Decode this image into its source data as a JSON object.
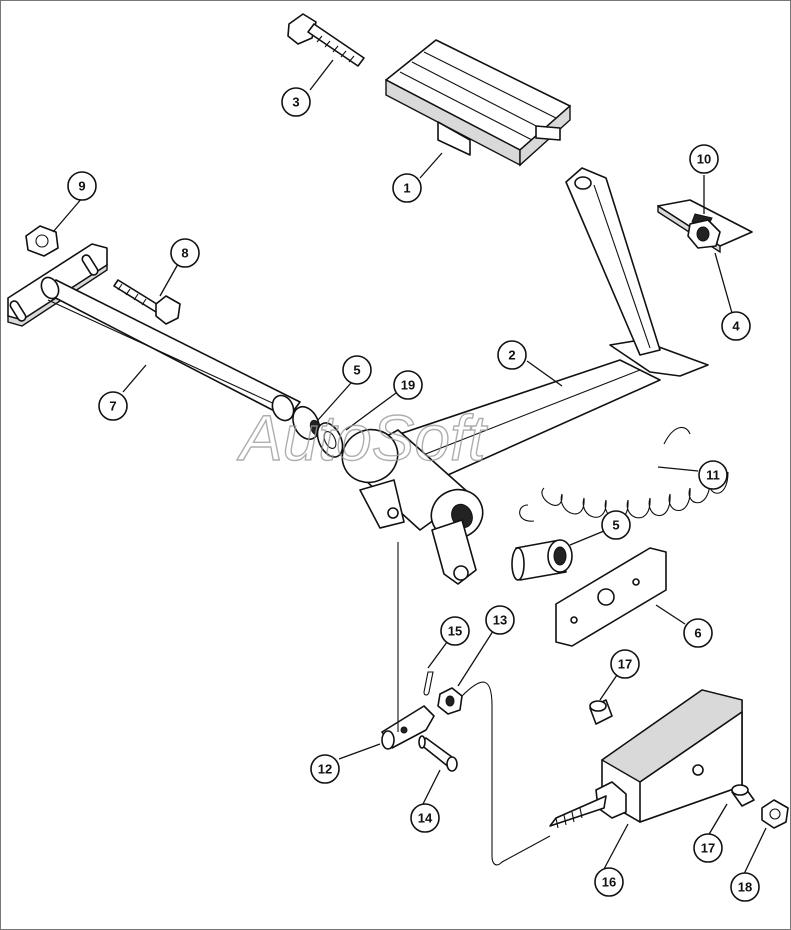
{
  "watermark": "AutoSoft",
  "callouts": {
    "c1": "1",
    "c2": "2",
    "c3": "3",
    "c4": "4",
    "c5a": "5",
    "c5b": "5",
    "c6": "6",
    "c7": "7",
    "c8": "8",
    "c9": "9",
    "c10": "10",
    "c11": "11",
    "c12": "12",
    "c13": "13",
    "c14": "14",
    "c15": "15",
    "c16": "16",
    "c17a": "17",
    "c17b": "17",
    "c18": "18",
    "c19": "19"
  }
}
